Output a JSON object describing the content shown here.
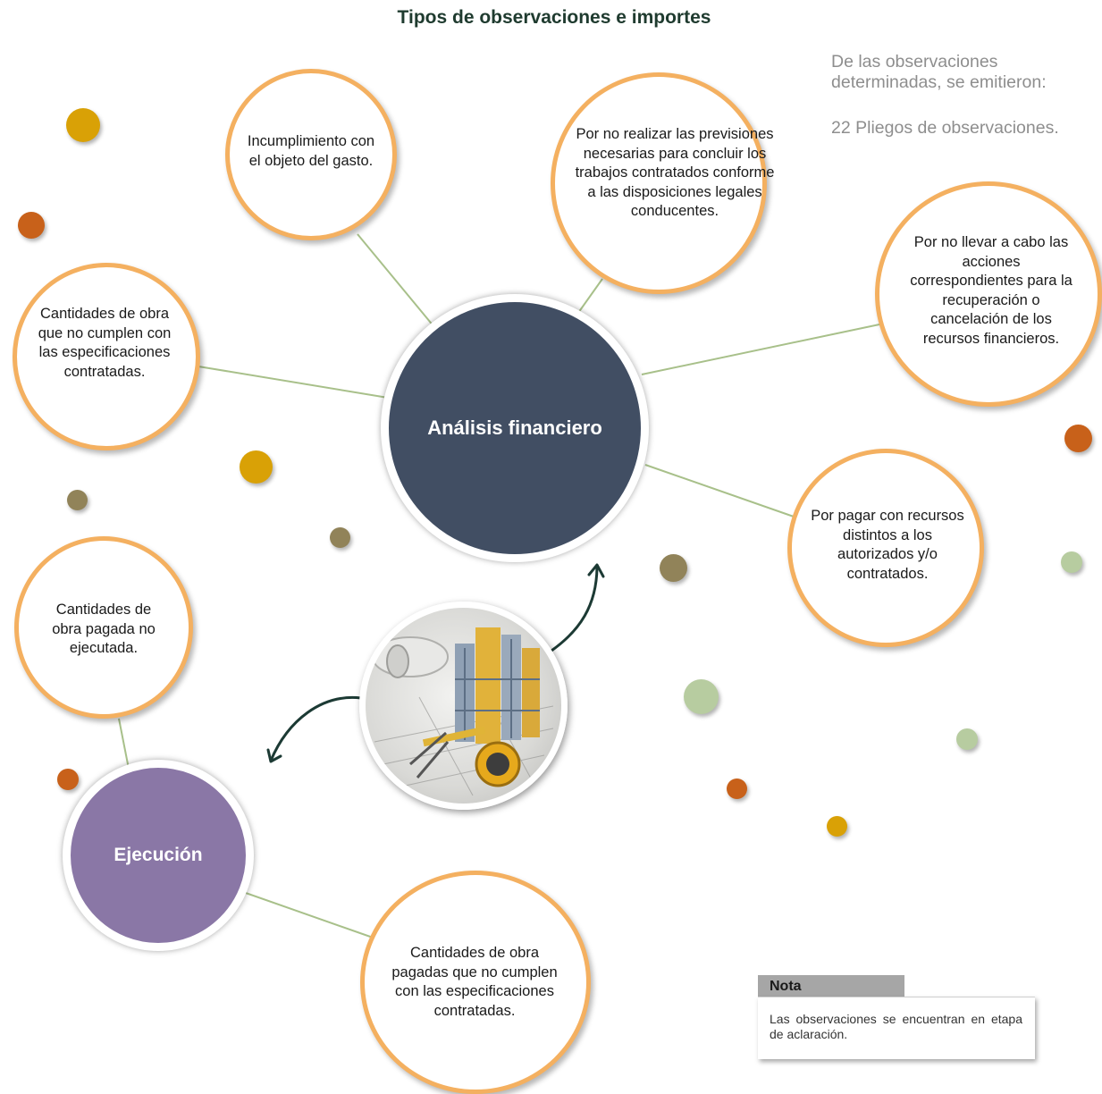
{
  "title": "Tipos de observaciones e importes",
  "hubs": {
    "finance": "Análisis financiero",
    "execution": "Ejecución"
  },
  "bubbles": {
    "incumplimiento": "Incumplimiento con el objeto del gasto.",
    "previsiones": "Por no realizar las previsiones necesarias para concluir los trabajos contratados conforme a las disposiciones legales conducentes.",
    "acciones": "Por no llevar a cabo las acciones correspondientes para la recuperación o cancelación de los recursos financieros.",
    "cantidades_especificaciones": "Cantidades de obra que no cumplen con las especificaciones contratadas.",
    "pagar_recursos": "Por pagar con recursos distintos a los autorizados y/o contratados.",
    "no_ejecutada": "Cantidades de obra pagada no ejecutada.",
    "pagadas_no_cumplen": "Cantidades de obra pagadas que no cumplen con las especificaciones contratadas."
  },
  "side_text": {
    "line1": "De las observaciones determinadas, se emitieron:",
    "line2": "22 Pliegos de observaciones."
  },
  "note": {
    "label": "Nota",
    "text": "Las observaciones se encuentran en etapa de aclaración."
  },
  "colors": {
    "bubble_border": "#f4b060",
    "finance_hub": "#414e63",
    "execution_hub": "#8a77a6",
    "connector": "#a8c08a",
    "arrow": "#1c3a34"
  }
}
